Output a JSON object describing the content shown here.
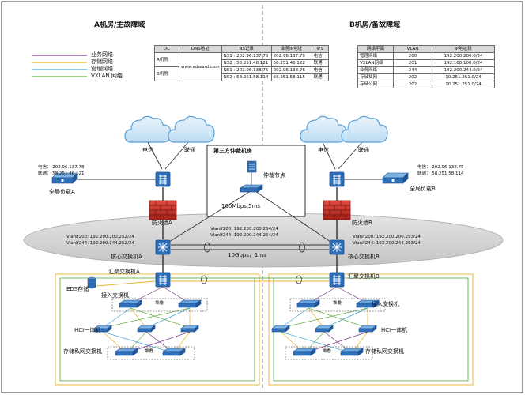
{
  "rooms": {
    "a": "A机房/主故障域",
    "b": "B机房/备故障域"
  },
  "legend": [
    {
      "label": "业务网络",
      "color": "#7a3a8c"
    },
    {
      "label": "存储网络",
      "color": "#e8b42a"
    },
    {
      "label": "管理网络",
      "color": "#4aa8d8"
    },
    {
      "label": "VXLAN 网络",
      "color": "#6ab04c"
    }
  ],
  "dns_table": {
    "headers": [
      "DC",
      "DNS地址",
      "NS记录",
      "业务IP地址",
      "IPS"
    ],
    "rows": [
      {
        "dc": "A机房",
        "dns": "www.edward.com",
        "ns": "NS1 : 202.96.137.78",
        "ip": "202.96.137.79",
        "isp": "电信"
      },
      {
        "dc": "",
        "dns": "",
        "ns": "NS2 : 58.251.48.121",
        "ip": "58.251.48.122",
        "isp": "联通"
      },
      {
        "dc": "B机房",
        "dns": "",
        "ns": "NS1 : 202.96.138.75",
        "ip": "202.96.138.76",
        "isp": "电信"
      },
      {
        "dc": "",
        "dns": "",
        "ns": "NS2 : 58.251.58.114",
        "ip": "58.251.58.115",
        "isp": "联通"
      }
    ]
  },
  "vlan_table": {
    "headers": [
      "网络平面",
      "VLAN",
      "IP地址段"
    ],
    "rows": [
      [
        "管理网络",
        "200",
        "192.200.200.0/24"
      ],
      [
        "VXLAN网络",
        "201",
        "192.168.100.0/24"
      ],
      [
        "业务网络",
        "244",
        "192.200.244.0/24"
      ],
      [
        "存储私网",
        "202",
        "10.251.251.0/24"
      ],
      [
        "存储公网",
        "202",
        "10.251.251.0/24"
      ]
    ]
  },
  "clouds": {
    "telecom": "电信",
    "unicom": "联通"
  },
  "third_party": {
    "title": "第三方仲裁机房",
    "node": "仲裁节点",
    "link": "100Mbps,5ms",
    "vlan200": "VlanIf200:  192.200.200.254/24",
    "vlan244": "VlanIf244:  192.200.244.254/24"
  },
  "side_a": {
    "telecom_ip": "电信： 202.96.137.78",
    "unicom_ip": "联通： 58.251.48.121",
    "gslb": "全局负载A",
    "firewall": "防火墙A",
    "vlan200": "VlanIf200:  192.200.200.252/24",
    "vlan244": "VlanIf244:  192.200.244.252/24",
    "core": "核心交换机A",
    "agg": "汇聚交换机A",
    "eds": "EDS存储",
    "access": "接入交换机",
    "hci": "HCI一体机",
    "storage_sw": "存储私网交换机"
  },
  "side_b": {
    "telecom_ip": "电信： 202.96.138.75",
    "unicom_ip": "联通： 58.251.58.114",
    "gslb": "全局负载B",
    "firewall": "防火墙B",
    "vlan200": "VlanIf200:  192.200.200.253/24",
    "vlan244": "VlanIf244:  192.200.244.253/24",
    "core": "核心交换机B",
    "agg": "汇聚交换机B",
    "access": "接入交换机",
    "hci": "HCI一体机",
    "storage_sw": "存储私网交换机"
  },
  "core_link": "10Gbps，1ms",
  "stack_label": "堆叠",
  "colors": {
    "frame": "#3a3a3a",
    "ellipse": "#d2d2d2",
    "device_blue": "#2f6fb8",
    "firewall_red": "#c8322c",
    "cloud": "#5aa0d6",
    "green": "#6ab04c",
    "yellow": "#e8b42a",
    "purple": "#7a3a8c",
    "cyan": "#4aa8d8"
  }
}
